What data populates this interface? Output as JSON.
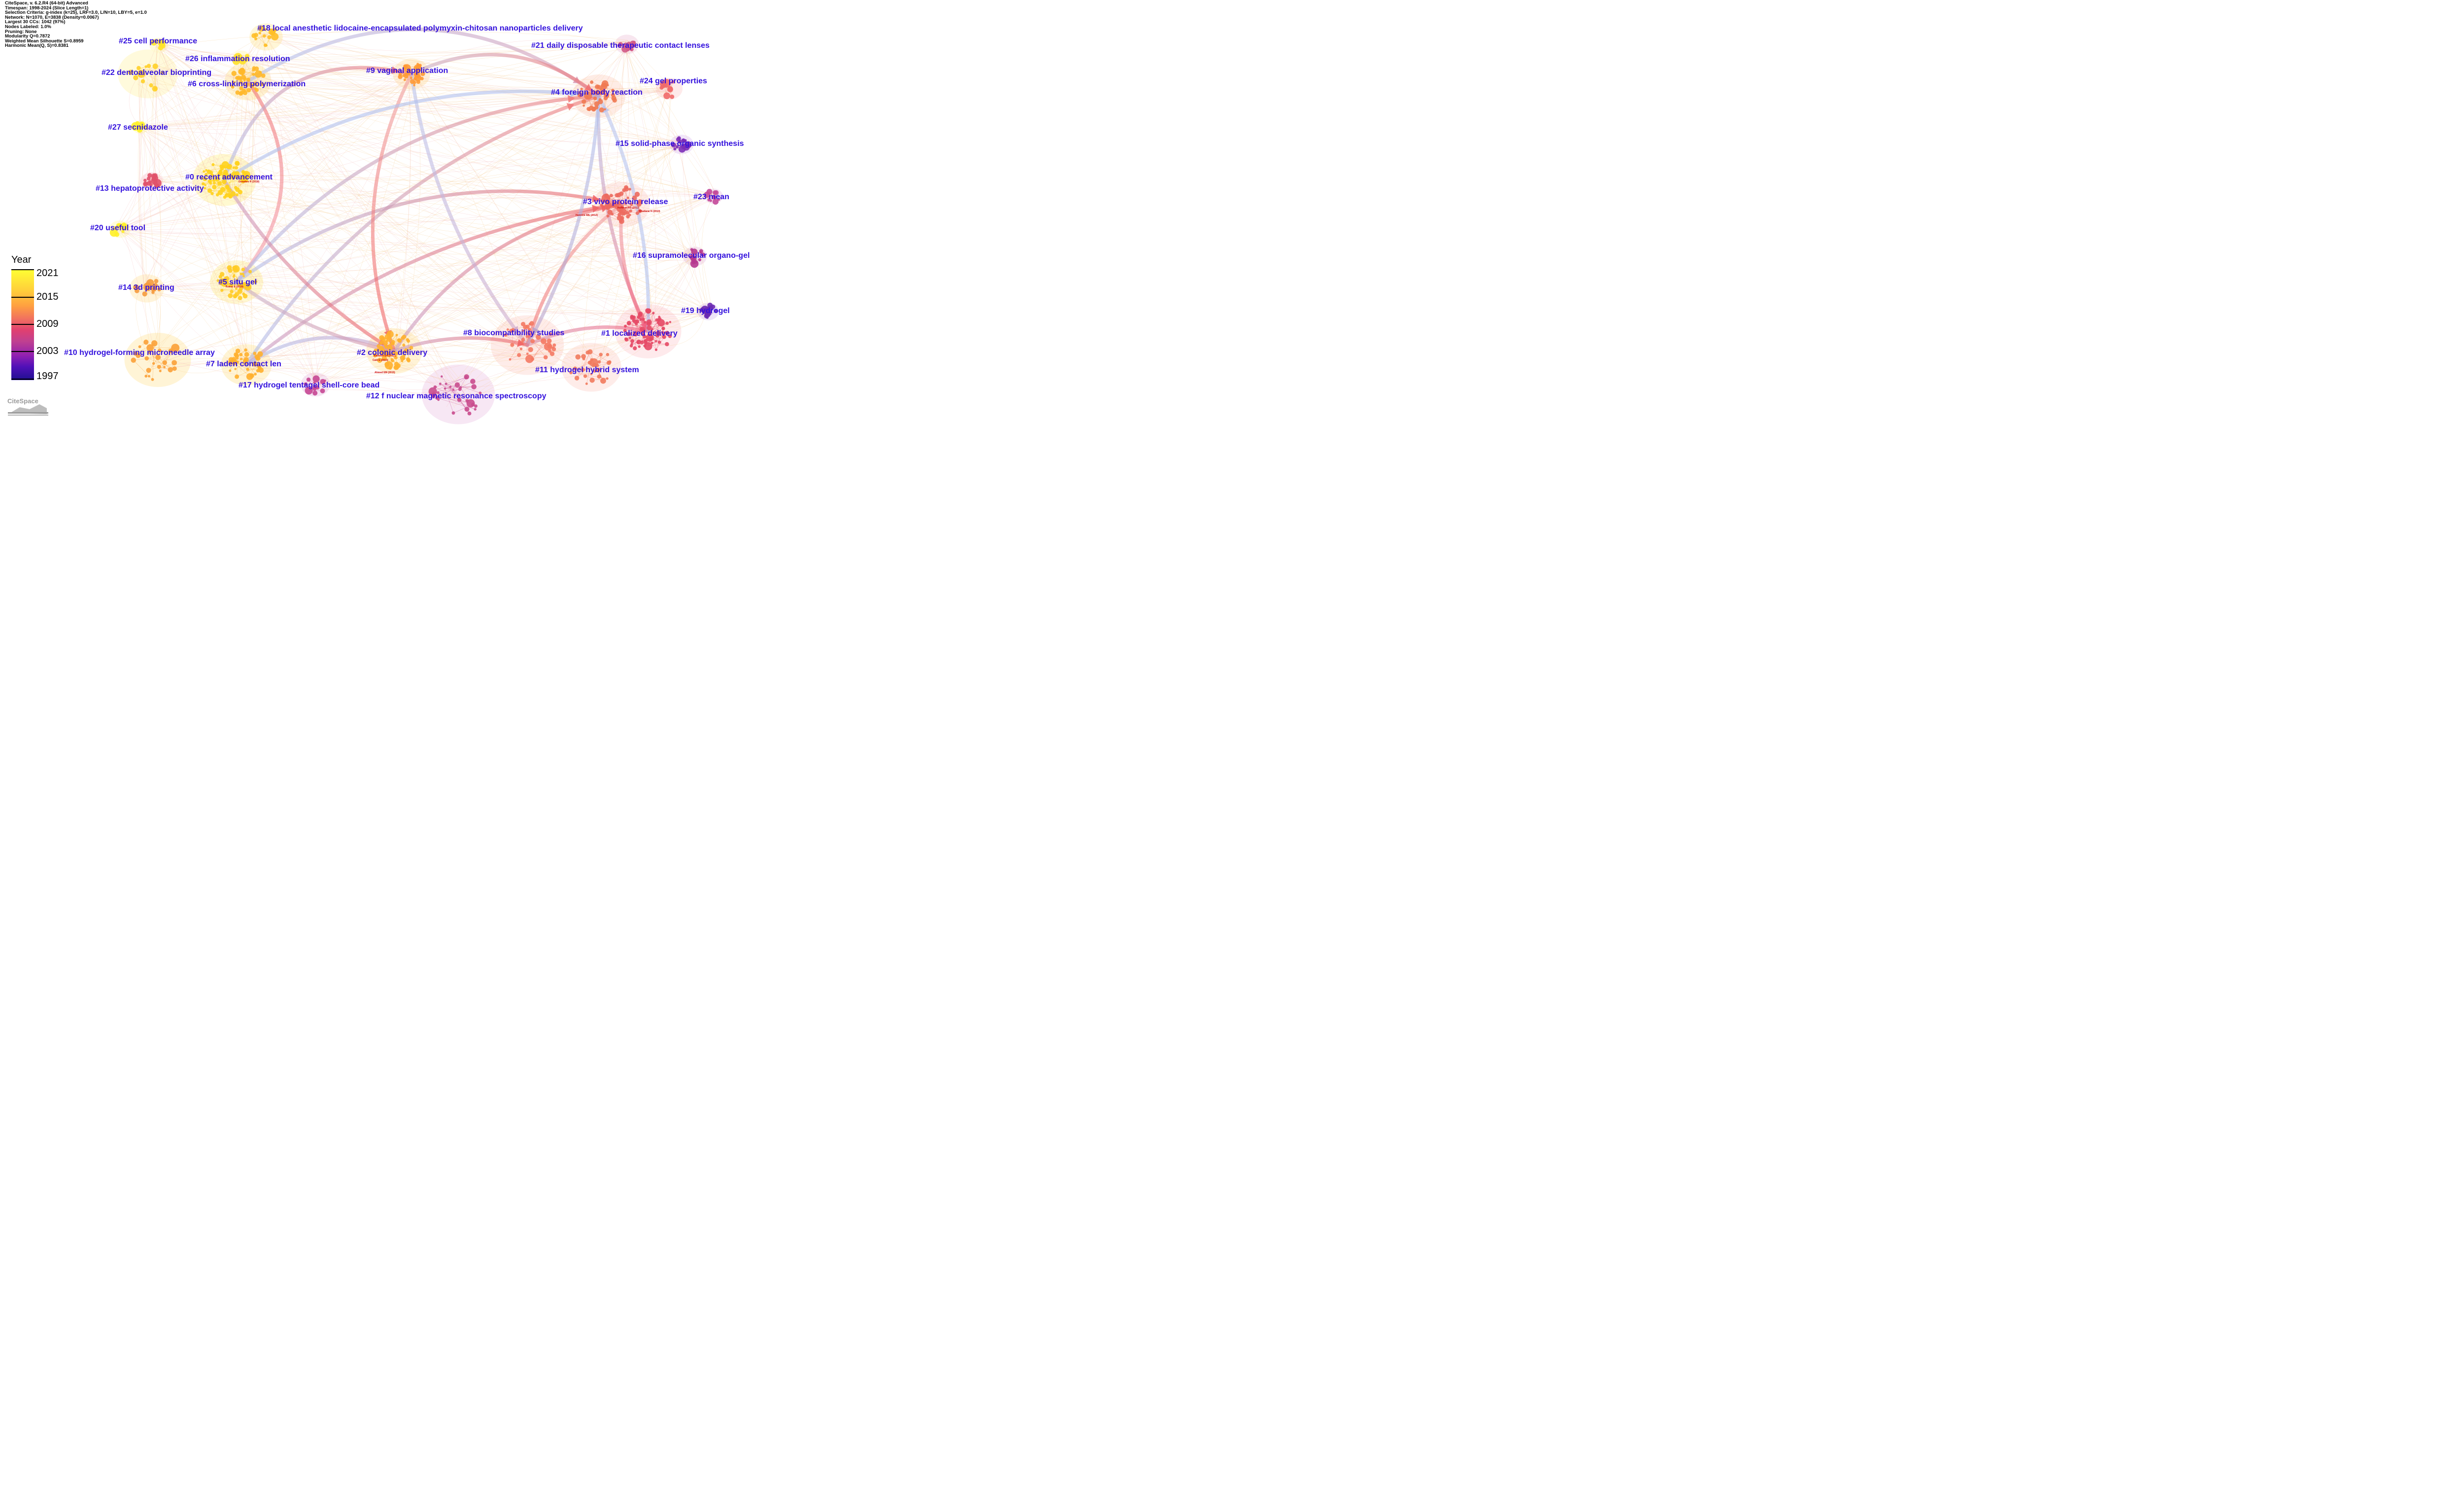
{
  "info_lines": [
    "CiteSpace, v. 6.2.R4 (64-bit) Advanced",
    "Timespan: 1998-2024 (Slice Length=1)",
    "Selection Criteria: g-index (k=25), LRF=3.0, L/N=10, LBY=5, e=1.0",
    "Network: N=1070, E=3838 (Density=0.0067)",
    "Largest 30 CCs: 1042 (97%)",
    "Nodes Labeled: 1.0%",
    "Pruning: None",
    "Modularity Q=0.7872",
    "Weighted Mean Silhouette S=0.8959",
    "Harmonic Mean(Q, S)=0.8381"
  ],
  "legend": {
    "title": "Year",
    "labels": [
      "2021",
      "2015",
      "2009",
      "2003",
      "1997"
    ]
  },
  "logo_text": "CiteSpace",
  "clusters": [
    {
      "label": "#0 recent advancement"
    },
    {
      "label": "#1 localized delivery"
    },
    {
      "label": "#2 colonic delivery"
    },
    {
      "label": "#3 vivo protein release"
    },
    {
      "label": "#4 foreign body reaction"
    },
    {
      "label": "#5 situ gel"
    },
    {
      "label": "#6 cross-linking polymerization"
    },
    {
      "label": "#7 laden contact len"
    },
    {
      "label": "#8 biocompatibility studies"
    },
    {
      "label": "#9 vaginal application"
    },
    {
      "label": "#10 hydrogel-forming microneedle array"
    },
    {
      "label": "#11 hydrogel hybrid system"
    },
    {
      "label": "#12 f nuclear magnetic resonance spectroscopy"
    },
    {
      "label": "#13 hepatoprotective activity"
    },
    {
      "label": "#14 3d printing"
    },
    {
      "label": "#15 solid-phase organic synthesis"
    },
    {
      "label": "#16 supramolecular organo-gel"
    },
    {
      "label": "#17 hydrogel tentagel shell-core bead"
    },
    {
      "label": "#18 local anesthetic lidocaine-encapsulated polymyxin-chitosan nanoparticles delivery"
    },
    {
      "label": "#19 hydrogel"
    },
    {
      "label": "#20 useful tool"
    },
    {
      "label": "#21 daily disposable therapeutic contact lenses"
    },
    {
      "label": "#22 dentoalveolar bioprinting"
    },
    {
      "label": "#23 mean"
    },
    {
      "label": "#24 gel properties"
    },
    {
      "label": "#25 cell performance"
    },
    {
      "label": "#26 inflammation resolution"
    },
    {
      "label": "#27 secnidazole"
    }
  ],
  "citation_labels": [
    "Donatieo R (2018)",
    "Hoffman AS (2012)",
    "Bhattarai N (2010)",
    "Hennink WE (2012)",
    "Russo E (2019)",
    "Kamoun EA (2017)",
    "Caló E (2015)",
    "Ahmed EM (2015)"
  ]
}
